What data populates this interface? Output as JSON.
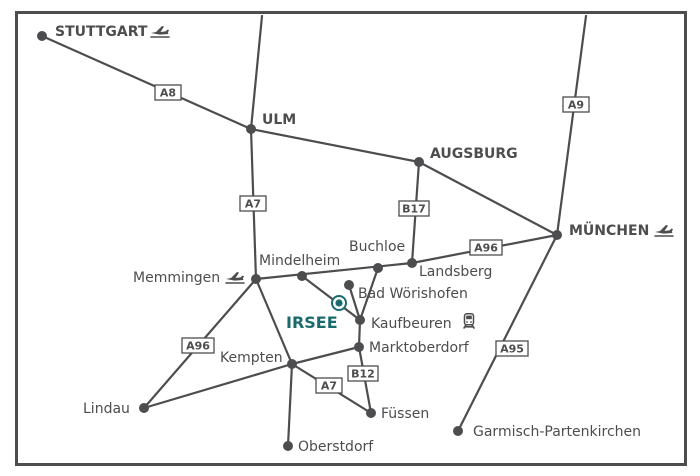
{
  "map": {
    "colors": {
      "road": "#4d4d4f",
      "irsee": "#1a6b6e",
      "frame": "#4d4d4f",
      "background": "#ffffff"
    },
    "cities": {
      "stuttgart": "STUTTGART",
      "ulm": "ULM",
      "augsburg": "AUGSBURG",
      "muenchen": "MÜNCHEN",
      "memmingen": "Memmingen",
      "mindelheim": "Mindelheim",
      "buchloe": "Buchloe",
      "landsberg": "Landsberg",
      "bad_woerishofen": "Bad Wörishofen",
      "irsee": "IRSEE",
      "kaufbeuren": "Kaufbeuren",
      "marktoberdorf": "Marktoberdorf",
      "kempten": "Kempten",
      "lindau": "Lindau",
      "fuessen": "Füssen",
      "oberstdorf": "Oberstdorf",
      "garmisch": "Garmisch-Partenkirchen"
    },
    "roads": {
      "a8": "A8",
      "a9": "A9",
      "a7_north": "A7",
      "a7_south": "A7",
      "b17": "B17",
      "a96_east": "A96",
      "a96_west": "A96",
      "a95": "A95",
      "b12": "B12"
    },
    "icons": {
      "airport": "airplane-icon",
      "train": "train-icon",
      "location": "location-marker-icon"
    }
  }
}
